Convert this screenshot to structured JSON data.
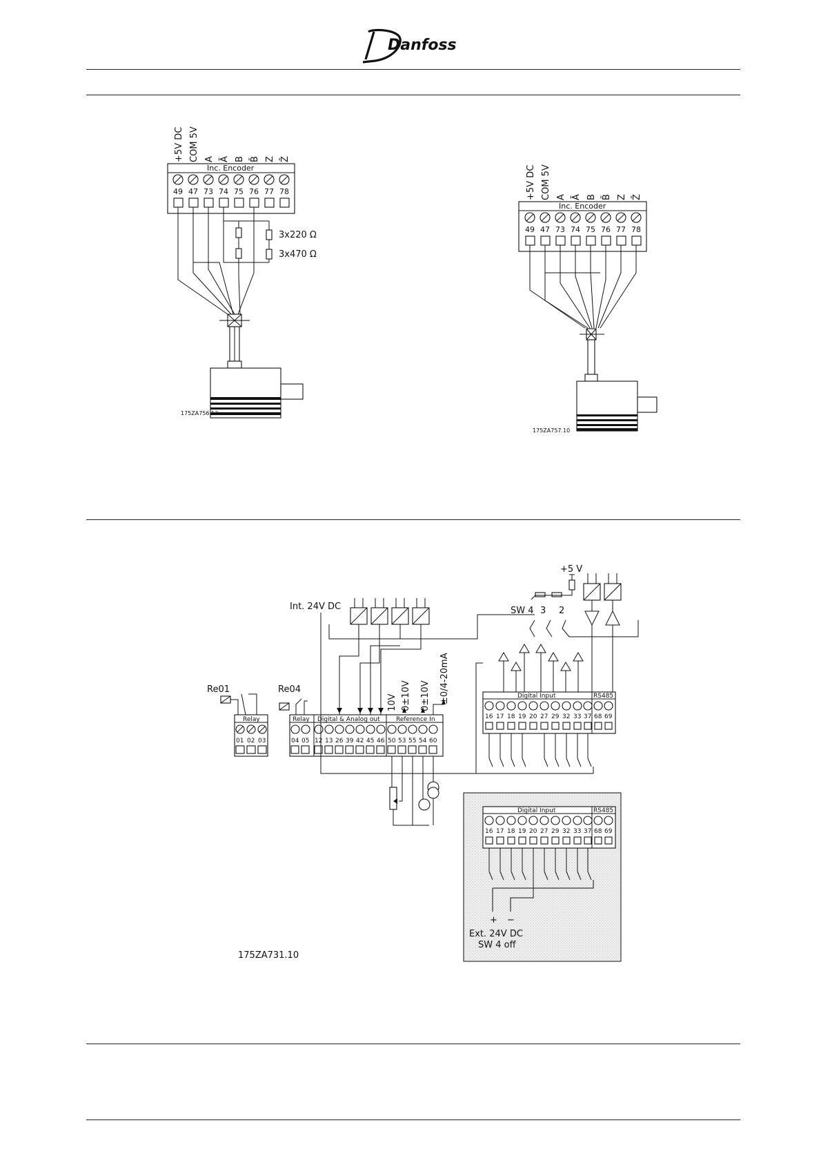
{
  "brand": {
    "logo_text": "Danfoss"
  },
  "encoder_diagrams": [
    {
      "block_label": "Inc. Encoder",
      "signals": [
        "+5V DC",
        "COM 5V",
        "A",
        "Ā",
        "B",
        "B̄",
        "Z",
        "Z̄"
      ],
      "terminals": [
        "49",
        "47",
        "73",
        "74",
        "75",
        "76",
        "77",
        "78"
      ],
      "resistor_labels": [
        "3x220 Ω",
        "3x470 Ω"
      ],
      "drawing_number": "175ZA756.12"
    },
    {
      "block_label": "Inc. Encoder",
      "signals": [
        "+5V DC",
        "COM 5V",
        "A",
        "Ā",
        "B",
        "B̄",
        "Z",
        "Z̄"
      ],
      "terminals": [
        "49",
        "47",
        "73",
        "74",
        "75",
        "76",
        "77",
        "78"
      ],
      "drawing_number": "175ZA757.10"
    }
  ],
  "control_diagram": {
    "relay_labels": [
      "Re01",
      "Re04"
    ],
    "relay_block": {
      "title": "Relay",
      "terminals": [
        "01",
        "02",
        "03"
      ]
    },
    "main_block": {
      "sections": [
        "Relay",
        "Digital & Analog out",
        "Reference In"
      ],
      "terminals": [
        "04",
        "05",
        "12",
        "13",
        "26",
        "39",
        "42",
        "45",
        "46",
        "50",
        "53",
        "55",
        "54",
        "60"
      ]
    },
    "supply_labels": [
      "Int. 24V DC",
      "+5 V"
    ],
    "switch_labels": [
      "SW 4",
      "3",
      "2"
    ],
    "reference_labels": [
      "10V",
      "0±10V",
      "0±10V",
      "±0/4-20mA"
    ],
    "digital_block": {
      "title": "Digital Input",
      "rs_title": "RS485",
      "terminals": [
        "16",
        "17",
        "18",
        "19",
        "20",
        "27",
        "29",
        "32",
        "33",
        "37",
        "68",
        "69"
      ]
    },
    "external_panel": {
      "title": "Digital Input",
      "rs_title": "RS485",
      "terminals": [
        "16",
        "17",
        "18",
        "19",
        "20",
        "27",
        "29",
        "32",
        "33",
        "37",
        "68",
        "69"
      ],
      "polarity": [
        "+",
        "−"
      ],
      "supply_text": "Ext. 24V DC",
      "switch_text": "SW 4 off"
    },
    "drawing_number": "175ZA731.10"
  }
}
